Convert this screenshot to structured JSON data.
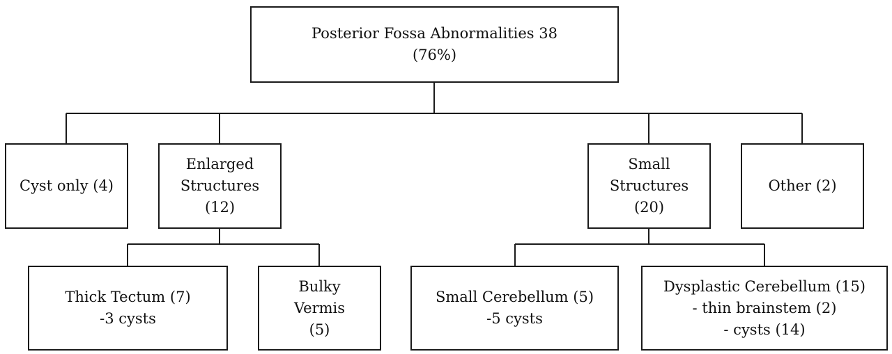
{
  "nodes": {
    "root": {
      "lines": [
        "Posterior Fossa Abnormalities 38",
        "(76%)"
      ]
    },
    "cyst_only": {
      "lines": [
        "Cyst only (4)"
      ]
    },
    "enlarged": {
      "lines": [
        "Enlarged",
        "Structures",
        "(12)"
      ]
    },
    "small": {
      "lines": [
        "Small",
        "Structures",
        "(20)"
      ]
    },
    "other": {
      "lines": [
        "Other (2)"
      ]
    },
    "thick_tectum": {
      "lines": [
        "Thick Tectum (7)",
        "-3 cysts"
      ]
    },
    "bulky_vermis": {
      "lines": [
        "Bulky",
        "Vermis",
        "(5)"
      ]
    },
    "small_cerebellum": {
      "lines": [
        "Small Cerebellum (5)",
        "-5 cysts"
      ]
    },
    "dysplastic": {
      "lines": [
        "Dysplastic Cerebellum (15)",
        "- thin brainstem (2)",
        "- cysts (14)"
      ]
    }
  }
}
